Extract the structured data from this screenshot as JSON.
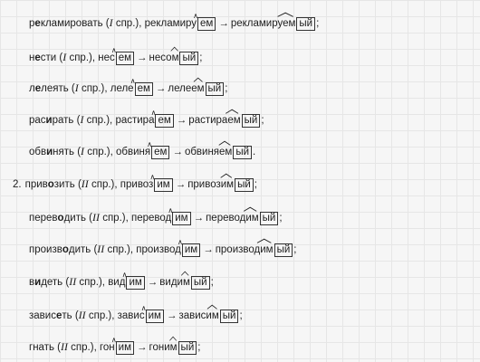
{
  "lines": [
    {
      "number": "",
      "verb_pre": "р",
      "verb_stress": "е",
      "verb_post": "кламировать",
      "conj_open": " (",
      "conj_roman": "I",
      "conj_close": " спр.), ",
      "form1_stem": "рекламиру",
      "form1_ending": "ем",
      "arrow": "→",
      "form2_prefix": "",
      "form2_stem": "рекламируем",
      "form2_ending": "ый",
      "punct": ";"
    },
    {
      "number": "",
      "verb_pre": "н",
      "verb_stress": "е",
      "verb_post": "сти",
      "conj_open": " (",
      "conj_roman": "I",
      "conj_close": " спр.), ",
      "form1_stem": "нес",
      "form1_ending": "ем",
      "arrow": "→",
      "form2_prefix": "",
      "form2_stem": "несом",
      "form2_ending": "ый",
      "punct": ";"
    },
    {
      "number": "",
      "verb_pre": "л",
      "verb_stress": "е",
      "verb_post": "леять",
      "conj_open": " (",
      "conj_roman": "I",
      "conj_close": " спр.), ",
      "form1_stem": "леле",
      "form1_ending": "ем",
      "arrow": "→",
      "form2_prefix": "",
      "form2_stem": "лелеем",
      "form2_ending": "ый",
      "punct": ";"
    },
    {
      "number": "",
      "verb_pre": "рас",
      "verb_stress": "и",
      "verb_post": "рать",
      "conj_open": " (",
      "conj_roman": "I",
      "conj_close": " спр.), ",
      "form1_stem": "растира",
      "form1_ending": "ем",
      "arrow": "→",
      "form2_prefix": "",
      "form2_stem": "растираем",
      "form2_ending": "ый",
      "punct": ";"
    },
    {
      "number": "",
      "verb_pre": "обв",
      "verb_stress": "и",
      "verb_post": "нять",
      "conj_open": " (",
      "conj_roman": "I",
      "conj_close": " спр.), ",
      "form1_stem": "обвиня",
      "form1_ending": "ем",
      "arrow": "→",
      "form2_prefix": "",
      "form2_stem": "обвиняем",
      "form2_ending": "ый",
      "punct": "."
    },
    {
      "number": "2.",
      "verb_pre": "прив",
      "verb_stress": "о",
      "verb_post": "зить",
      "conj_open": " (",
      "conj_roman": "II",
      "conj_close": " спр.), ",
      "form1_stem": "привоз",
      "form1_ending": "им",
      "arrow": "→",
      "form2_prefix": "",
      "form2_stem": "привозим",
      "form2_ending": "ый",
      "punct": ";"
    },
    {
      "number": "",
      "verb_pre": "перев",
      "verb_stress": "о",
      "verb_post": "дить",
      "conj_open": " (",
      "conj_roman": "II",
      "conj_close": " спр.), ",
      "form1_stem": "перевод",
      "form1_ending": "им",
      "arrow": "→",
      "form2_prefix": "",
      "form2_stem": "переводим",
      "form2_ending": "ый",
      "punct": ";"
    },
    {
      "number": "",
      "verb_pre": "произв",
      "verb_stress": "о",
      "verb_post": "дить",
      "conj_open": " (",
      "conj_roman": "II",
      "conj_close": " спр.), ",
      "form1_stem": "производ",
      "form1_ending": "им",
      "arrow": "→",
      "form2_prefix": "",
      "form2_stem": "производим",
      "form2_ending": "ый",
      "punct": ";"
    },
    {
      "number": "",
      "verb_pre": "в",
      "verb_stress": "и",
      "verb_post": "деть",
      "conj_open": " (",
      "conj_roman": "II",
      "conj_close": " спр.), ",
      "form1_stem": "вид",
      "form1_ending": "им",
      "arrow": "→",
      "form2_prefix": "",
      "form2_stem": "видим",
      "form2_ending": "ый",
      "punct": ";"
    },
    {
      "number": "",
      "verb_pre": "завис",
      "verb_stress": "е",
      "verb_post": "ть",
      "conj_open": " (",
      "conj_roman": "II",
      "conj_close": " спр.), ",
      "form1_stem": "завис",
      "form1_ending": "им",
      "arrow": "→",
      "form2_prefix": "",
      "form2_stem": "зависим",
      "form2_ending": "ый",
      "punct": ";"
    },
    {
      "number": "",
      "verb_pre": "гнать",
      "verb_stress": "",
      "verb_post": "",
      "conj_open": " (",
      "conj_roman": "II",
      "conj_close": " спр.), ",
      "form1_stem": "гон",
      "form1_ending": "им",
      "arrow": "→",
      "form2_prefix": "",
      "form2_stem": "гоним",
      "form2_ending": "ый",
      "punct": ";"
    }
  ]
}
